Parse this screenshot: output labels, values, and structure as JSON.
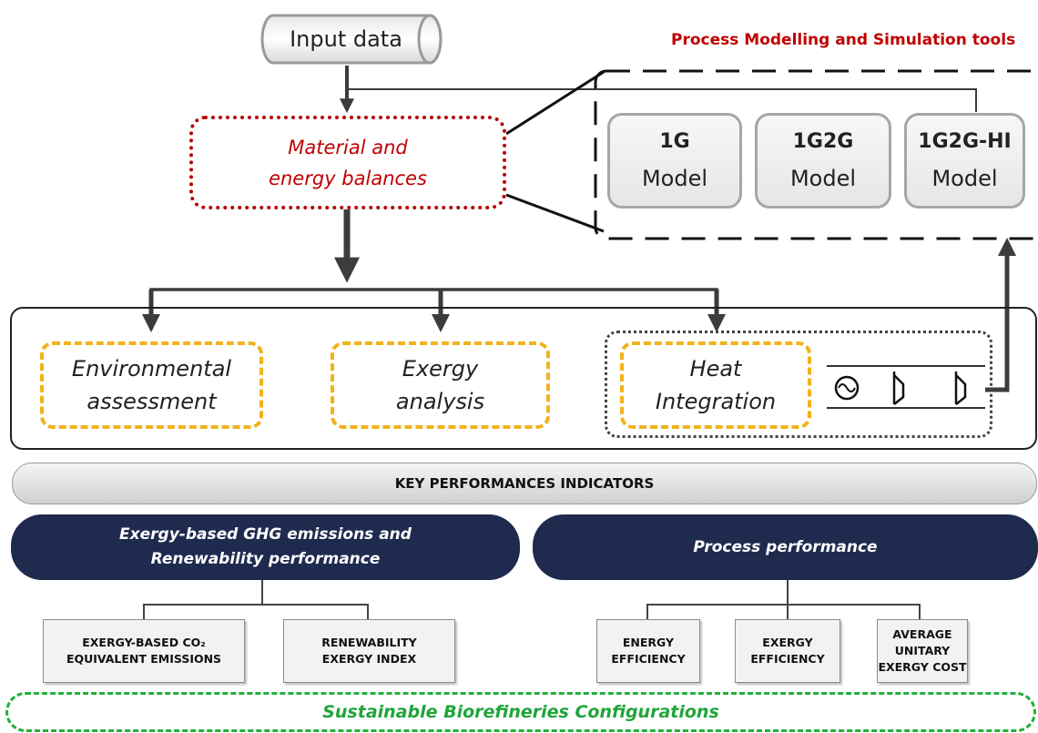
{
  "input": {
    "label": "Input data"
  },
  "tools": {
    "title": "Process Modelling and Simulation tools",
    "models": [
      {
        "name": "1G",
        "sub": "Model"
      },
      {
        "name": "1G2G",
        "sub": "Model"
      },
      {
        "name": "1G2G-HI",
        "sub": "Model"
      }
    ]
  },
  "balances": {
    "line1": "Material and",
    "line2": "energy balances"
  },
  "assessments": [
    {
      "line1": "Environmental",
      "line2": "assessment"
    },
    {
      "line1": "Exergy",
      "line2": "analysis"
    },
    {
      "line1": "Heat",
      "line2": "Integration"
    }
  ],
  "kpi": {
    "title": "KEY PERFORMANCES INDICATORS"
  },
  "groups": [
    {
      "line1": "Exergy-based GHG emissions and",
      "line2": "Renewability performance"
    },
    {
      "line1": "Process performance"
    }
  ],
  "indicators": [
    {
      "line1": "EXERGY-BASED CO₂",
      "line2": "EQUIVALENT EMISSIONS"
    },
    {
      "line1": "RENEWABILITY",
      "line2": "EXERGY INDEX"
    },
    {
      "line1": "ENERGY",
      "line2": "EFFICIENCY"
    },
    {
      "line1": "EXERGY",
      "line2": "EFFICIENCY"
    },
    {
      "line1": "AVERAGE",
      "line2": "UNITARY",
      "line3": "EXERGY COST"
    }
  ],
  "footer": {
    "label": "Sustainable Biorefineries Configurations"
  },
  "colors": {
    "accent_red": "#c00000",
    "orange_dash": "#f2b21a",
    "navy": "#1f2a4f",
    "green": "#22b03c"
  }
}
